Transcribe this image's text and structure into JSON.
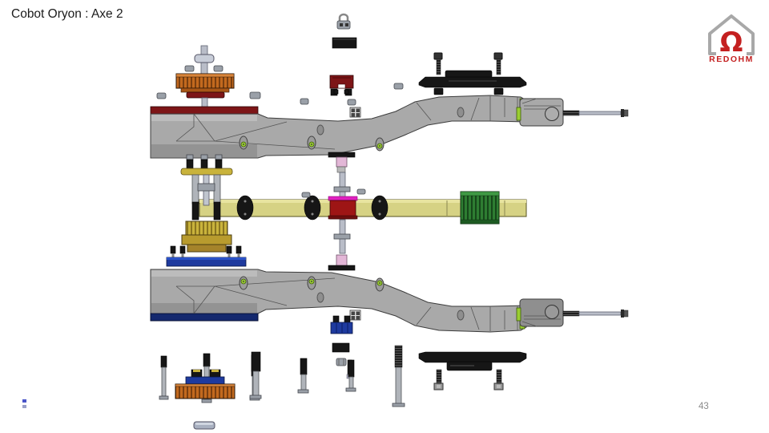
{
  "slide": {
    "title": "Cobot Oryon : Axe 2",
    "page_number": "43"
  },
  "logo": {
    "brand": "REDOHM",
    "symbol": "Ω"
  },
  "diagram": {
    "kind": "exploded-assembly-view",
    "parts": [
      {
        "name": "upper-arm-housing",
        "color": "housing-gray"
      },
      {
        "name": "lower-arm-housing",
        "color": "housing-gray"
      },
      {
        "name": "copper-spur-gear-top",
        "color": "copper-gear"
      },
      {
        "name": "copper-spur-gear-bottom",
        "color": "copper-gear"
      },
      {
        "name": "brass-gear-stack",
        "color": "brass-gear"
      },
      {
        "name": "green-pinion-gear",
        "color": "pinion-green"
      },
      {
        "name": "yellow-cross-beam",
        "color": "beam-khaki"
      },
      {
        "name": "center-hub-spool",
        "color": "hub-red"
      },
      {
        "name": "main-vertical-shaft",
        "color": "shaft-gray"
      },
      {
        "name": "pink-bushings",
        "color": "bushing-pink"
      },
      {
        "name": "top-end-cover",
        "color": "part-black"
      },
      {
        "name": "bottom-end-cover",
        "color": "part-black"
      },
      {
        "name": "blue-mounting-plates",
        "color": "plate-blue"
      },
      {
        "name": "right-clamp-block-top",
        "color": "housing-gray"
      },
      {
        "name": "right-clamp-block-bottom",
        "color": "housing-gray"
      },
      {
        "name": "fastener-hardware",
        "color": "part-black"
      }
    ]
  },
  "colors": {
    "housing-gray": "#a9a9a9",
    "copper-gear": "#c2691e",
    "copper-stripe": "#7a3f10",
    "brass-gear": "#c9b33c",
    "beam-khaki": "#d6d284",
    "pinion-green": "#2e7d32",
    "accent-lime": "#9acd32",
    "plate-blue": "#1e3a9e",
    "band-red": "#7d1517",
    "hub-red": "#9e1515",
    "ring-magenta": "#e020c0",
    "bushing-pink": "#e3b7d7",
    "shaft-gray": "#b9bdc8",
    "part-black": "#161616",
    "logo-red": "#c42020",
    "logo-gray": "#a8a8a8",
    "page-number-gray": "#8a8a8a"
  }
}
